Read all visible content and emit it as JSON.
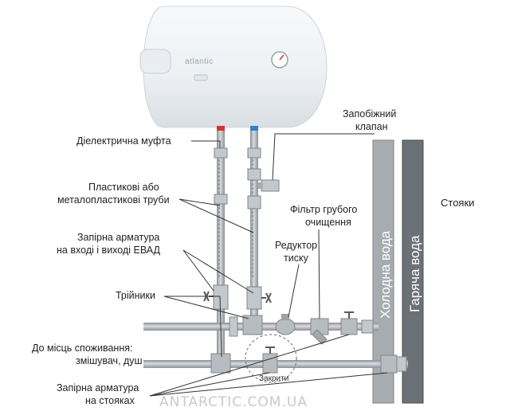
{
  "heater": {
    "brand": "atlantic"
  },
  "labels": {
    "dielectric_coupling": "Діелектрична муфта",
    "safety_valve": [
      "Запобіжний",
      "клапан"
    ],
    "plastic_pipes": [
      "Пластикові або",
      "металопластикові труби"
    ],
    "coarse_filter": [
      "Фільтр грубого",
      "очищення"
    ],
    "shutoff_ewh": [
      "Запірна арматура",
      "на вході і виході ЕВАД"
    ],
    "reducer": [
      "Редуктор",
      "тиску"
    ],
    "tees": "Трійники",
    "consumption": [
      "До місць споживання:",
      "змішувач, душ"
    ],
    "shutoff_risers": [
      "Запірна арматура",
      "на стояках"
    ],
    "closed": "Закрити"
  },
  "risers": {
    "title": "Стояки",
    "cold": "Холодна вода",
    "hot": "Гаряча вода"
  },
  "watermark": "ANTARCTIC.COM.UA",
  "colors": {
    "cold_riser": "#a8acb1",
    "hot_riser": "#6c7177",
    "pipe": "#9ea3a8",
    "red_marker": "#d8322a",
    "blue_marker": "#2f7fd0"
  }
}
